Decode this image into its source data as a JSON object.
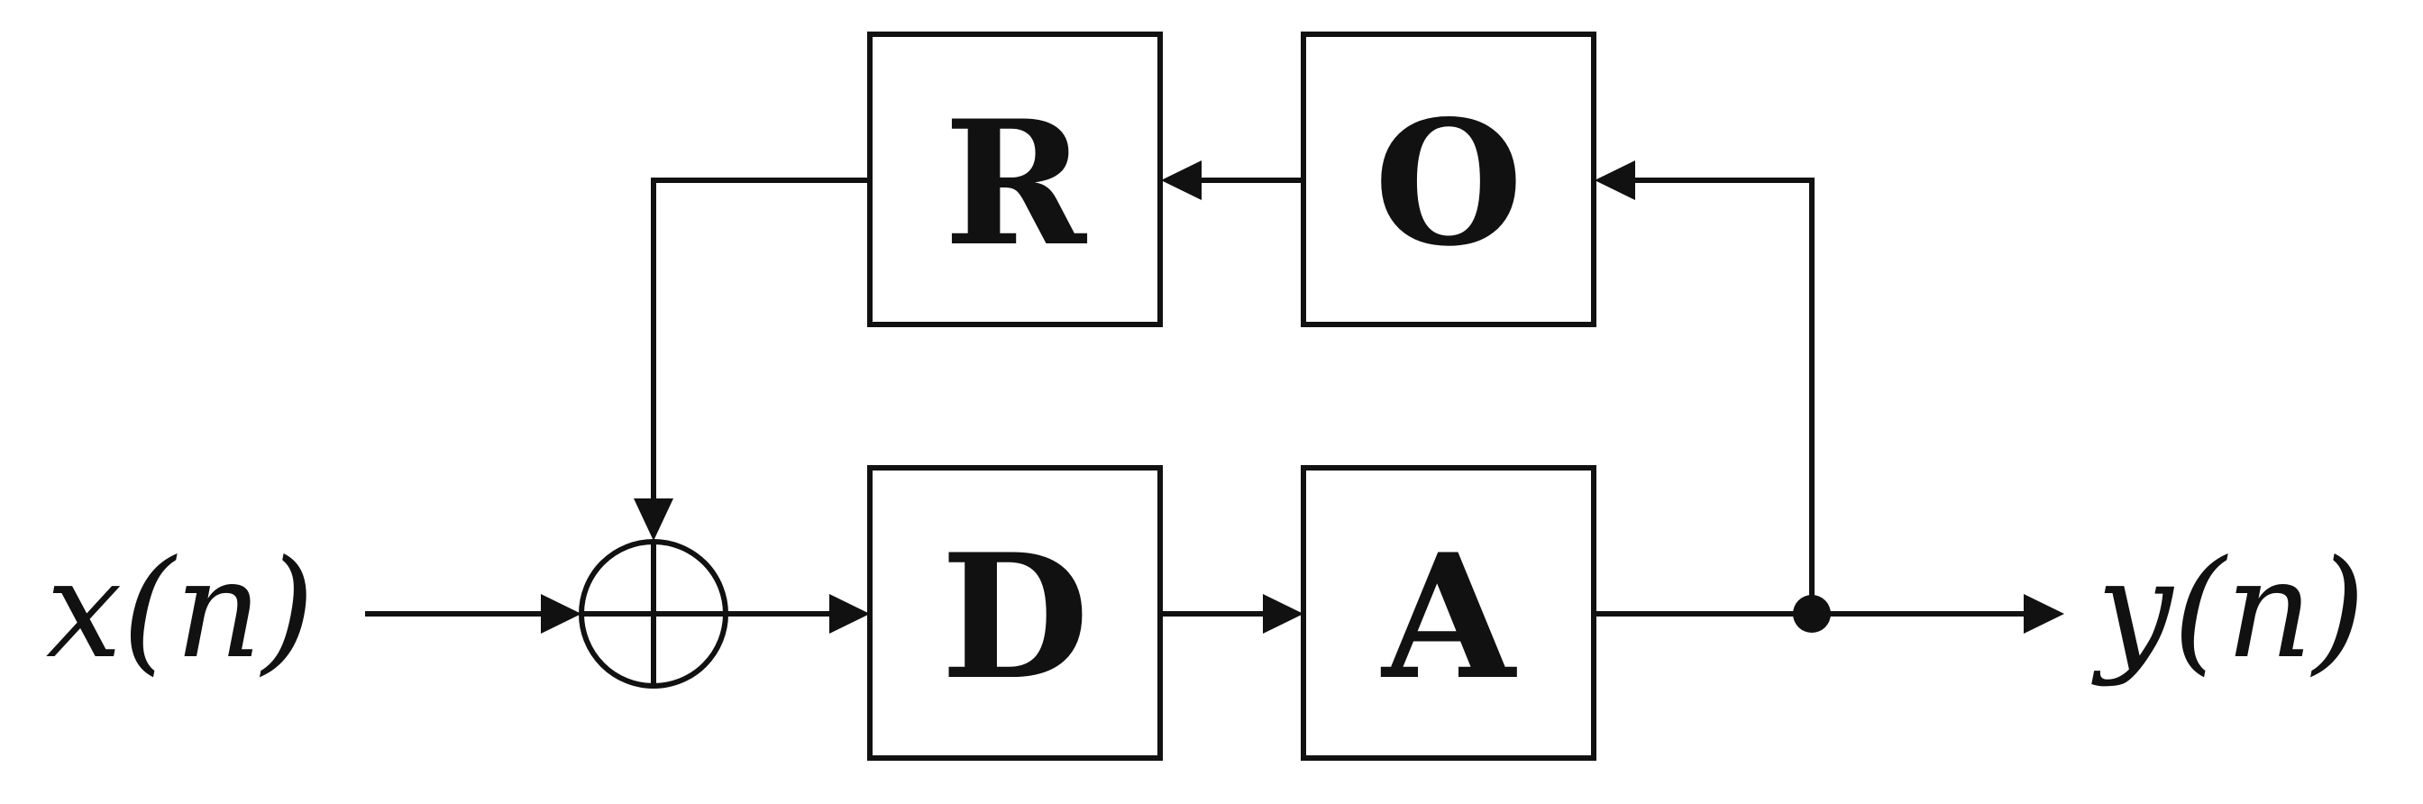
{
  "blocks": {
    "r": "R",
    "o": "O",
    "d": "D",
    "a": "A"
  },
  "signals": {
    "input": "x(n)",
    "output": "y(n)"
  },
  "summing_junction": {
    "symbol": "circle-plus-icon"
  },
  "colors": {
    "stroke": "#111111",
    "background": "#ffffff"
  }
}
